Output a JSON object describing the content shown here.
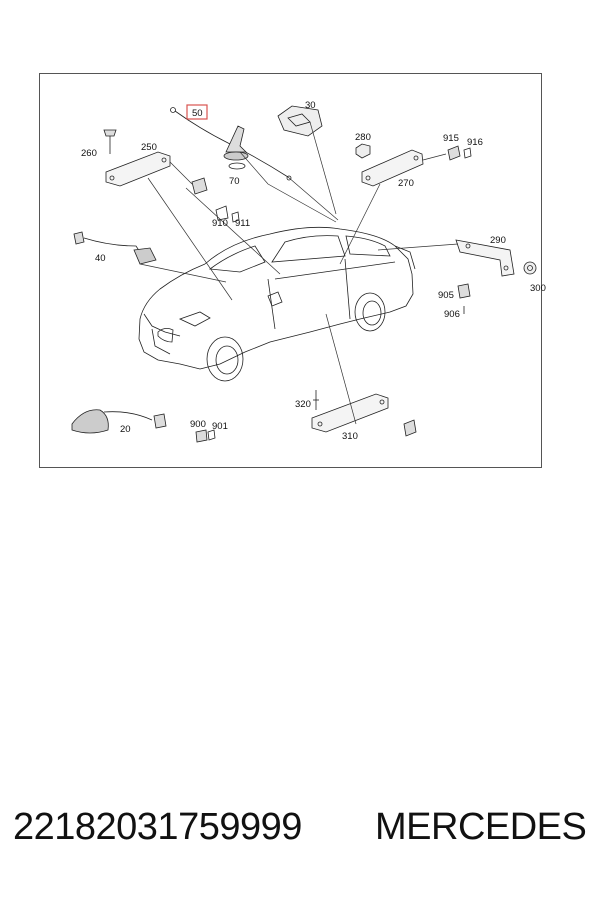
{
  "diagram": {
    "callouts": {
      "c50": "50",
      "c30": "30",
      "c280": "280",
      "c915": "915",
      "c916": "916",
      "c260": "260",
      "c250": "250",
      "c70": "70",
      "c270": "270",
      "c910": "910",
      "c911": "911",
      "c40": "40",
      "c290": "290",
      "c300": "300",
      "c905": "905",
      "c906": "906",
      "c320": "320",
      "c310": "310",
      "c20": "20",
      "c900": "900",
      "c901": "901"
    },
    "highlighted_callout": "50",
    "highlight_color": "#d9534f"
  },
  "footer": {
    "part_number": "22182031759999",
    "brand": "MERCEDES"
  }
}
